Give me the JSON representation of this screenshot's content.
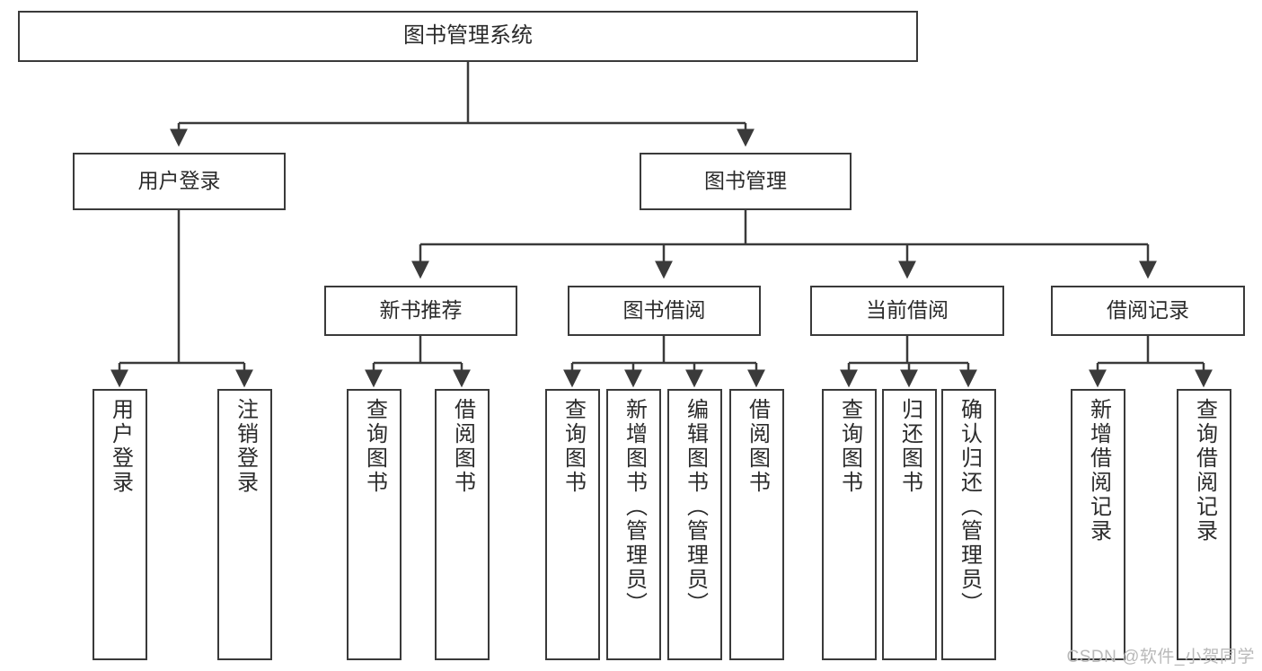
{
  "diagram": {
    "title": "图书管理系统",
    "type": "tree-hierarchy",
    "watermark": "CSDN @软件_小贺同学",
    "colors": {
      "stroke": "#3a3a3a",
      "fill": "#ffffff",
      "text": "#2b2b2b",
      "watermark": "#b9b9b9"
    },
    "levels": {
      "level1": [
        {
          "id": "root",
          "label": "图书管理系统"
        }
      ],
      "level2": [
        {
          "id": "user-login",
          "label": "用户登录"
        },
        {
          "id": "book-manage",
          "label": "图书管理"
        }
      ],
      "level3": [
        {
          "id": "new-book-rec",
          "label": "新书推荐"
        },
        {
          "id": "book-borrow",
          "label": "图书借阅"
        },
        {
          "id": "current-borrow",
          "label": "当前借阅"
        },
        {
          "id": "borrow-record",
          "label": "借阅记录"
        }
      ],
      "level4": [
        {
          "id": "leaf-1",
          "label": "用户登录",
          "parent": "user-login"
        },
        {
          "id": "leaf-2",
          "label": "注销登录",
          "parent": "user-login"
        },
        {
          "id": "leaf-3",
          "label": "查询图书",
          "parent": "new-book-rec"
        },
        {
          "id": "leaf-4",
          "label": "借阅图书",
          "parent": "new-book-rec"
        },
        {
          "id": "leaf-5",
          "label": "查询图书",
          "parent": "book-borrow"
        },
        {
          "id": "leaf-6",
          "label": "新增图书（管理员）",
          "parent": "book-borrow"
        },
        {
          "id": "leaf-7",
          "label": "编辑图书（管理员）",
          "parent": "book-borrow"
        },
        {
          "id": "leaf-8",
          "label": "借阅图书",
          "parent": "book-borrow"
        },
        {
          "id": "leaf-9",
          "label": "查询图书",
          "parent": "current-borrow"
        },
        {
          "id": "leaf-10",
          "label": "归还图书",
          "parent": "current-borrow"
        },
        {
          "id": "leaf-11",
          "label": "确认归还（管理员）",
          "parent": "current-borrow"
        },
        {
          "id": "leaf-12",
          "label": "新增借阅记录",
          "parent": "borrow-record"
        },
        {
          "id": "leaf-13",
          "label": "查询借阅记录",
          "parent": "borrow-record"
        }
      ]
    }
  }
}
